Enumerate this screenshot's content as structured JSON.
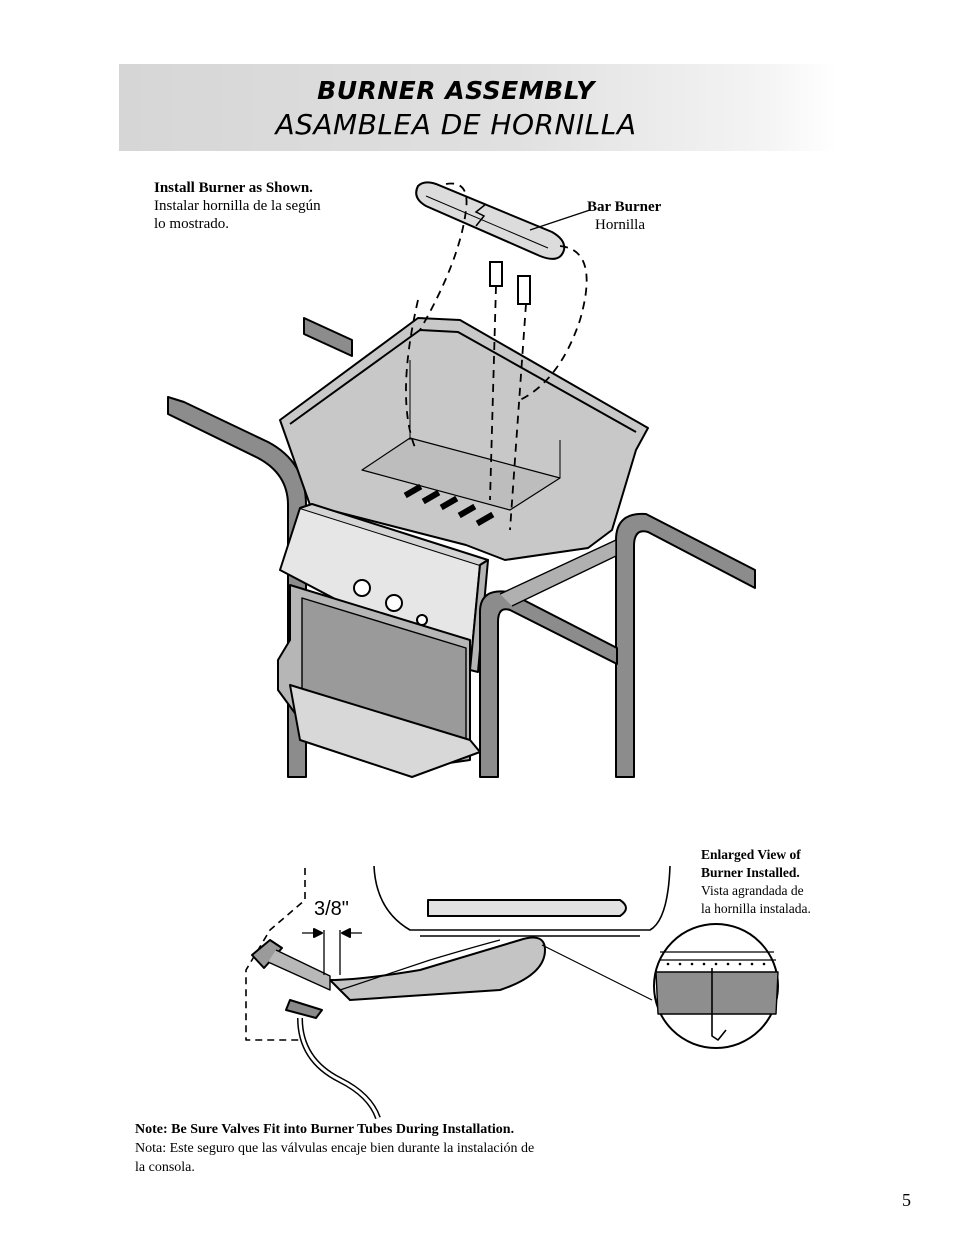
{
  "header": {
    "title_en": "BURNER ASSEMBLY",
    "title_es": "ASAMBLEA DE HORNILLA"
  },
  "labels": {
    "install_en": "Install Burner as Shown.",
    "install_es_1": "Instalar hornilla de la según",
    "install_es_2": "lo mostrado.",
    "bar_burner_en": "Bar Burner",
    "bar_burner_es": "Hornilla",
    "enlarged_en_1": "Enlarged View of",
    "enlarged_en_2": "Burner Installed.",
    "enlarged_es_1": "Vista agrandada de",
    "enlarged_es_2": "la hornilla instalada.",
    "dimension": "3/8\""
  },
  "note": {
    "en": "Note:  Be Sure Valves Fit into Burner Tubes During Installation.",
    "es_1": "Nota: Este seguro que las válvulas encaje bien durante la instalación de",
    "es_2": "la consola."
  },
  "page_number": "5"
}
